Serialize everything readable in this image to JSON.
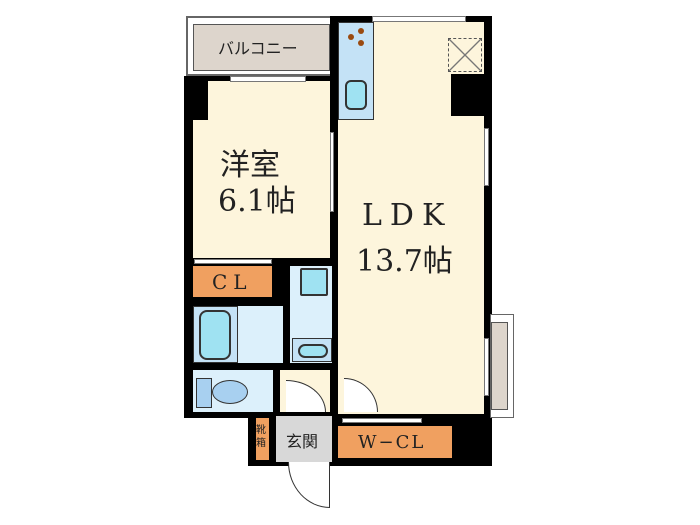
{
  "floorplan": {
    "rooms": {
      "balcony": {
        "label": "バルコニー"
      },
      "western_room": {
        "name": "洋室",
        "size": "6.1帖"
      },
      "ldk": {
        "name": "LDK",
        "size": "13.7帖"
      },
      "closet": {
        "label": "CL"
      },
      "walk_in_closet": {
        "label": "W−CL"
      },
      "entrance": {
        "label": "玄関"
      },
      "shoe_box": {
        "label": "靴箱"
      }
    },
    "colors": {
      "floor": "#fdf5dc",
      "wet_area": "#dcf0fb",
      "storage": "#f0a060",
      "balcony": "#ddd5cc",
      "wall": "#000000",
      "fixture": "#9fe2f2"
    }
  }
}
